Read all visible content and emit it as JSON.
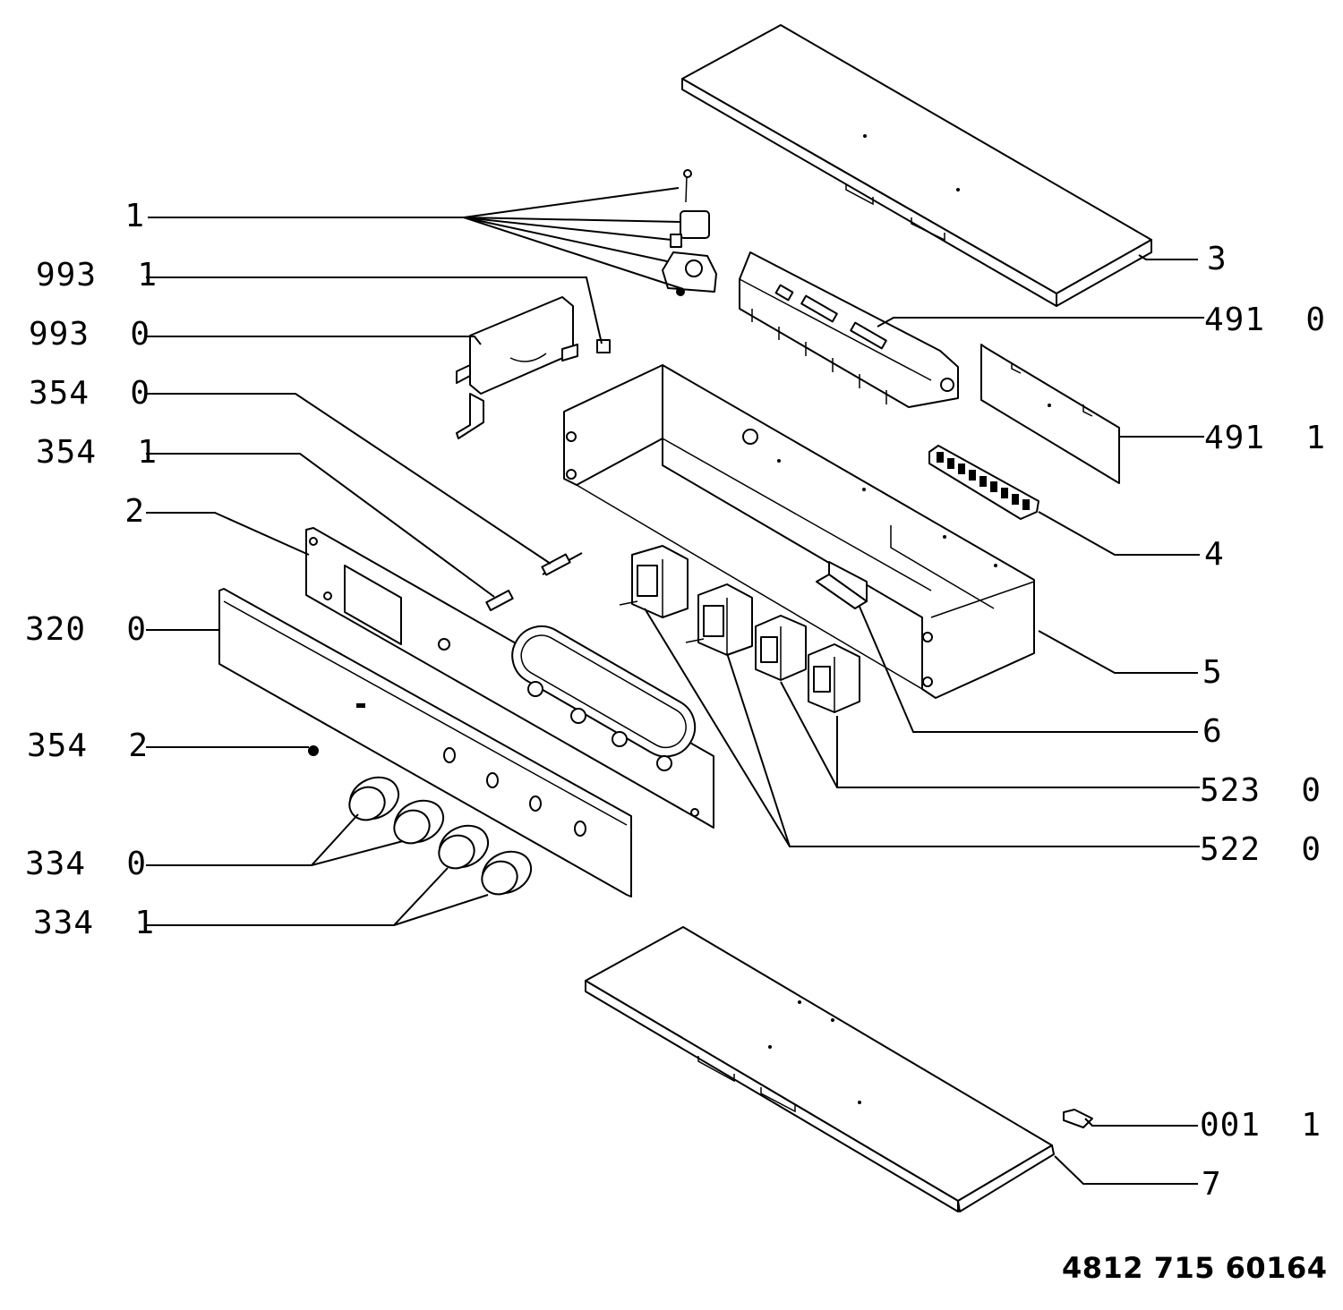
{
  "document_number": "4812 715 60164",
  "callouts_left": [
    {
      "id": "1",
      "text": "1"
    },
    {
      "id": "993-1",
      "text": "993  1"
    },
    {
      "id": "993-0",
      "text": "993  0"
    },
    {
      "id": "354-0",
      "text": "354  0"
    },
    {
      "id": "354-1",
      "text": "354  1"
    },
    {
      "id": "2",
      "text": "2"
    },
    {
      "id": "320-0",
      "text": "320  0"
    },
    {
      "id": "354-2",
      "text": "354  2"
    },
    {
      "id": "334-0",
      "text": "334  0"
    },
    {
      "id": "334-1",
      "text": "334  1"
    }
  ],
  "callouts_right": [
    {
      "id": "3",
      "text": "3"
    },
    {
      "id": "491-0",
      "text": "491  0"
    },
    {
      "id": "491-1",
      "text": "491  1"
    },
    {
      "id": "4",
      "text": "4"
    },
    {
      "id": "5",
      "text": "5"
    },
    {
      "id": "6",
      "text": "6"
    },
    {
      "id": "523-0",
      "text": "523  0"
    },
    {
      "id": "522-0",
      "text": "522  0"
    },
    {
      "id": "001-1",
      "text": "001  1"
    },
    {
      "id": "7",
      "text": "7"
    }
  ]
}
